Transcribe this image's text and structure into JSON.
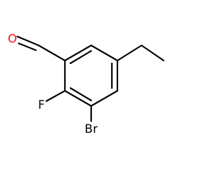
{
  "molecule": {
    "atoms": {
      "oxygen": {
        "symbol": "O",
        "color": "#ff0d0d"
      },
      "fluorine": {
        "symbol": "F",
        "color": "#000000"
      },
      "bromine": {
        "symbol": "Br",
        "color": "#000000"
      }
    },
    "bond_color": "#000000",
    "background": "#ffffff"
  }
}
